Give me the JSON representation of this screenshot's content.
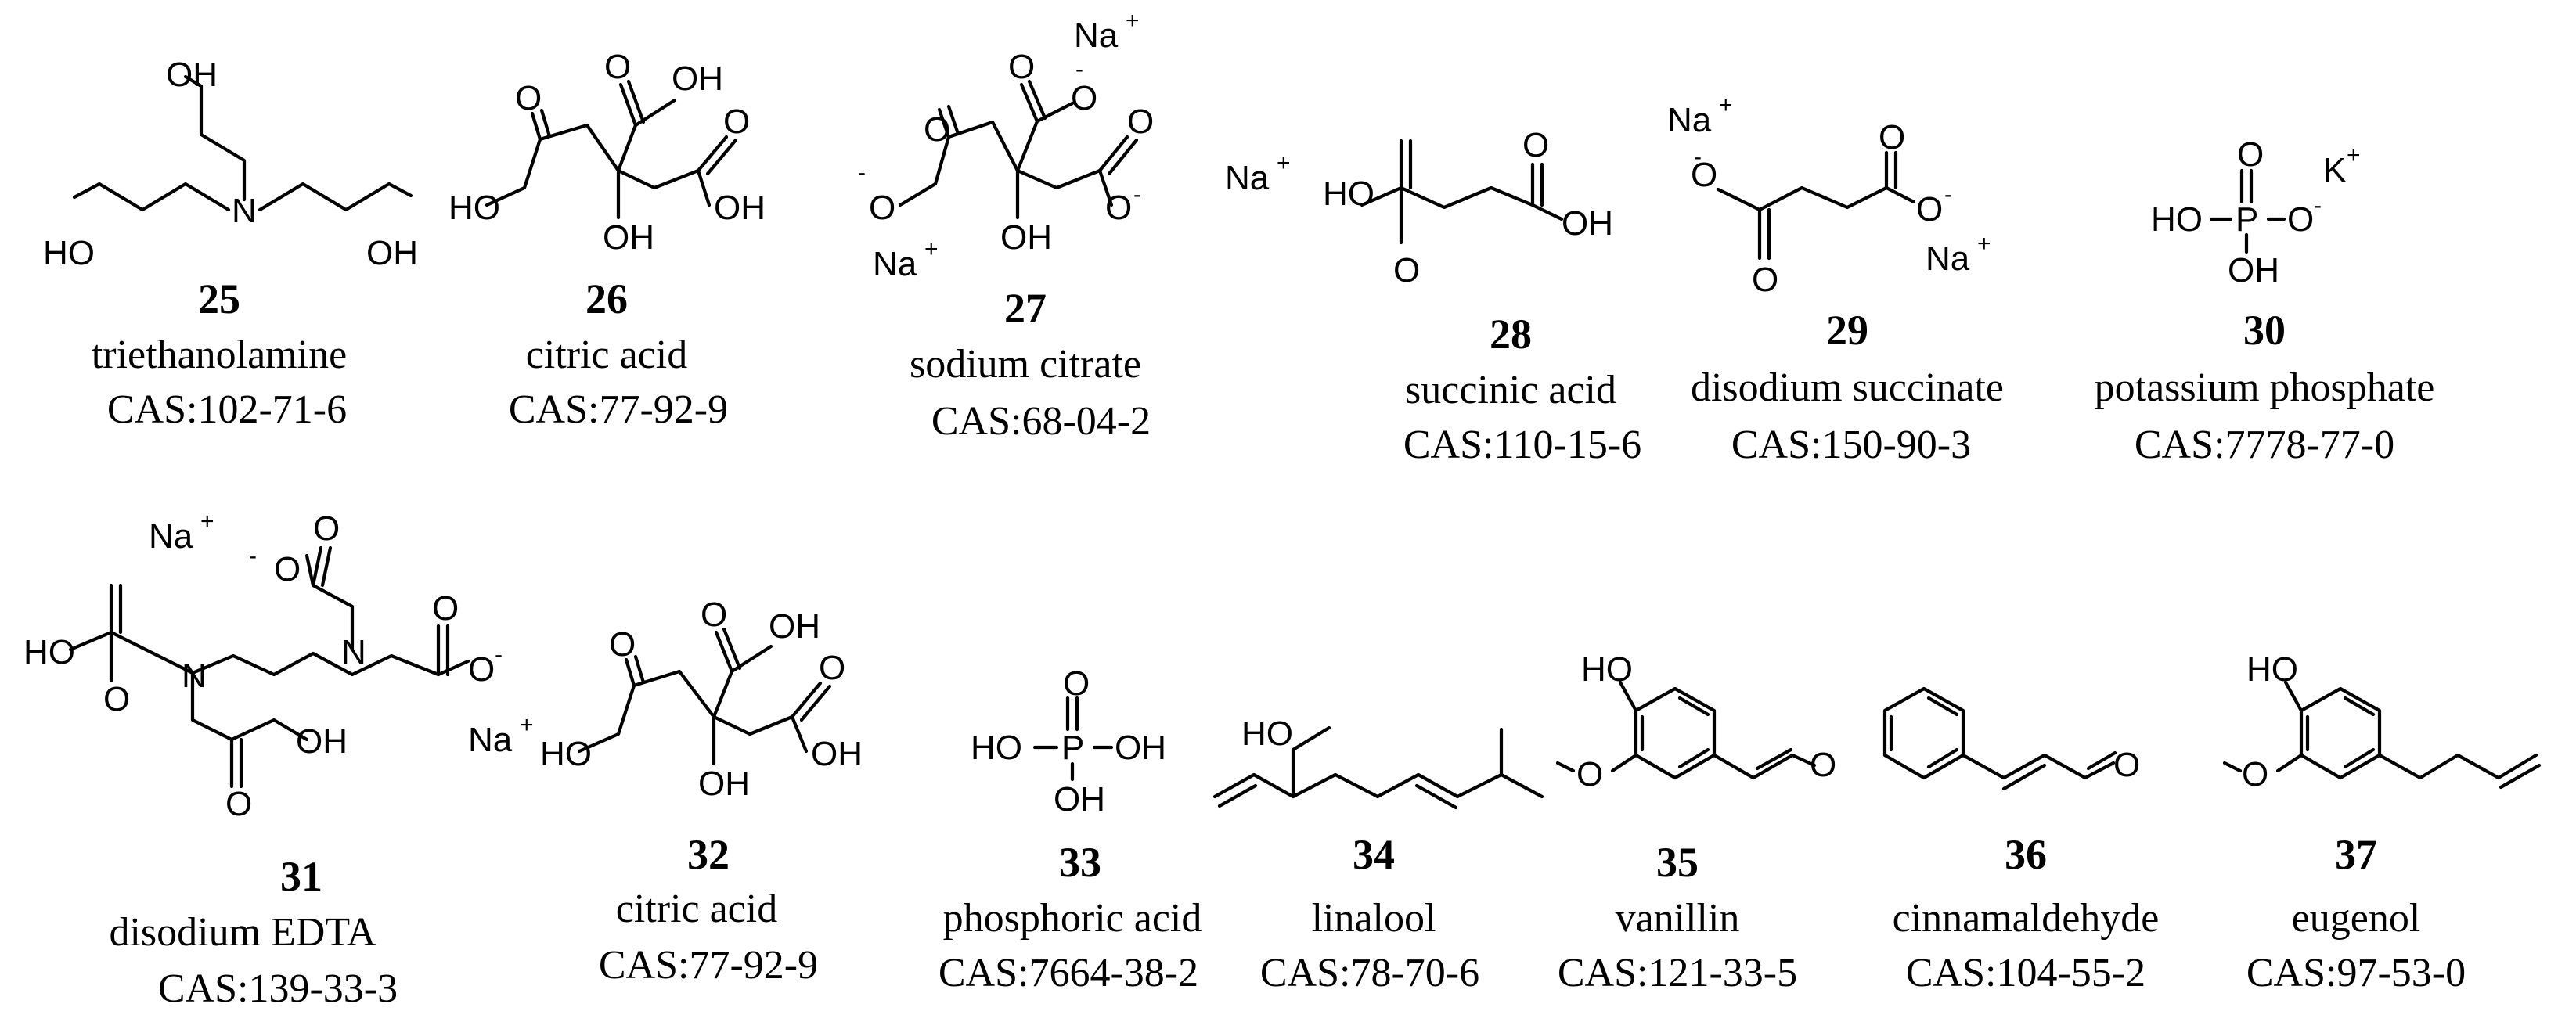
{
  "compounds": [
    {
      "number": "25",
      "name": "triethanolamine",
      "cas": "CAS:102-71-6"
    },
    {
      "number": "26",
      "name": "citric acid",
      "cas": "CAS:77-92-9"
    },
    {
      "number": "27",
      "name": "sodium citrate",
      "cas": "CAS:68-04-2"
    },
    {
      "number": "28",
      "name": "succinic acid",
      "cas": "CAS:110-15-6"
    },
    {
      "number": "29",
      "name": "disodium succinate",
      "cas": "CAS:150-90-3"
    },
    {
      "number": "30",
      "name": "potassium phosphate",
      "cas": "CAS:7778-77-0"
    },
    {
      "number": "31",
      "name": "disodium EDTA",
      "cas": "CAS:139-33-3"
    },
    {
      "number": "32",
      "name": "citric acid",
      "cas": "CAS:77-92-9"
    },
    {
      "number": "33",
      "name": "phosphoric acid",
      "cas": "CAS:7664-38-2"
    },
    {
      "number": "34",
      "name": "linalool",
      "cas": "CAS:78-70-6"
    },
    {
      "number": "35",
      "name": "vanillin",
      "cas": "CAS:121-33-5"
    },
    {
      "number": "36",
      "name": "cinnamaldehyde",
      "cas": "CAS:104-55-2"
    },
    {
      "number": "37",
      "name": "eugenol",
      "cas": "CAS:97-53-0"
    }
  ],
  "atom_labels": {
    "oh": "OH",
    "ho": "HO",
    "o": "O",
    "n": "N",
    "p": "P",
    "na": "Na",
    "k": "K",
    "minus": "-",
    "plus": "+"
  }
}
